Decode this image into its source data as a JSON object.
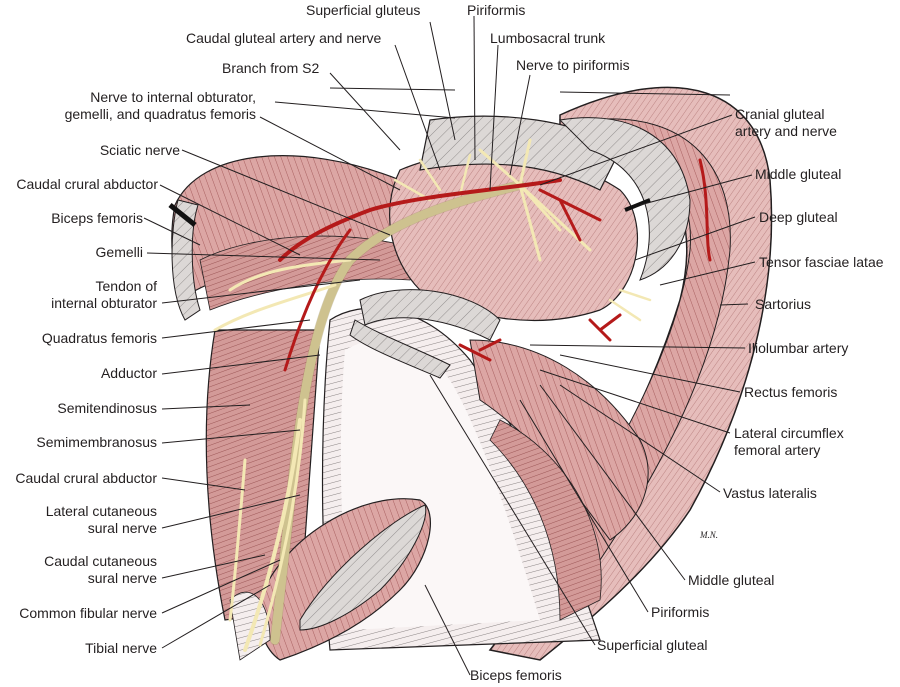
{
  "figure": {
    "colors": {
      "muscle": "#d9a3a3",
      "muscle_dark": "#b97373",
      "muscle_light": "#f0d2d0",
      "fascia": "#d8d4d2",
      "nerve": "#f3e8b4",
      "artery": "#b51a1a",
      "ink": "#231f20",
      "background": "#ffffff"
    },
    "signature": "M.N.",
    "labels_left": [
      {
        "id": "sciatic-nerve",
        "text": "Sciatic nerve"
      },
      {
        "id": "caudal-crural-abductor-upper",
        "text": "Caudal crural abductor"
      },
      {
        "id": "biceps-femoris-upper",
        "text": "Biceps femoris"
      },
      {
        "id": "gemelli",
        "text": "Gemelli"
      },
      {
        "id": "tendon-internal-obturator",
        "line1": "Tendon of",
        "line2": "internal obturator"
      },
      {
        "id": "quadratus-femoris",
        "text": "Quadratus femoris"
      },
      {
        "id": "adductor",
        "text": "Adductor"
      },
      {
        "id": "semitendinosus",
        "text": "Semitendinosus"
      },
      {
        "id": "semimembranosus",
        "text": "Semimembranosus"
      },
      {
        "id": "caudal-crural-abductor-lower",
        "text": "Caudal crural abductor"
      },
      {
        "id": "lateral-cutaneous-sural-nerve",
        "line1": "Lateral cutaneous",
        "line2": "sural nerve"
      },
      {
        "id": "caudal-cutaneous-sural-nerve",
        "line1": "Caudal cutaneous",
        "line2": "sural nerve"
      },
      {
        "id": "common-fibular-nerve",
        "text": "Common fibular nerve"
      },
      {
        "id": "tibial-nerve",
        "text": "Tibial nerve"
      }
    ],
    "labels_top": [
      {
        "id": "superficial-gluteus",
        "text": "Superficial gluteus"
      },
      {
        "id": "piriformis-top",
        "text": "Piriformis"
      },
      {
        "id": "caudal-gluteal-artery-nerve",
        "text": "Caudal gluteal artery and nerve"
      },
      {
        "id": "lumbosacral-trunk",
        "text": "Lumbosacral trunk"
      },
      {
        "id": "branch-from-s2",
        "text": "Branch from S2"
      },
      {
        "id": "nerve-to-piriformis",
        "text": "Nerve to piriformis"
      },
      {
        "id": "nerve-to-internal-obturator",
        "line1": "Nerve to internal obturator,",
        "line2": "gemelli, and quadratus femoris"
      }
    ],
    "labels_right": [
      {
        "id": "cranial-gluteal-artery-nerve",
        "line1": "Cranial gluteal",
        "line2": "artery and nerve"
      },
      {
        "id": "middle-gluteal-upper",
        "text": "Middle gluteal"
      },
      {
        "id": "deep-gluteal",
        "text": "Deep gluteal"
      },
      {
        "id": "tensor-fasciae-latae",
        "text": "Tensor fasciae latae"
      },
      {
        "id": "sartorius",
        "text": "Sartorius"
      },
      {
        "id": "iliolumbar-artery",
        "text": "Iliolumbar artery"
      },
      {
        "id": "rectus-femoris",
        "text": "Rectus femoris"
      },
      {
        "id": "lateral-circumflex-femoral-artery",
        "line1": "Lateral circumflex",
        "line2": "femoral artery"
      },
      {
        "id": "vastus-lateralis",
        "text": "Vastus lateralis"
      }
    ],
    "labels_bottom": [
      {
        "id": "middle-gluteal-lower",
        "text": "Middle gluteal"
      },
      {
        "id": "piriformis-bottom",
        "text": "Piriformis"
      },
      {
        "id": "superficial-gluteal",
        "text": "Superficial gluteal"
      },
      {
        "id": "biceps-femoris-lower",
        "text": "Biceps femoris"
      }
    ]
  }
}
